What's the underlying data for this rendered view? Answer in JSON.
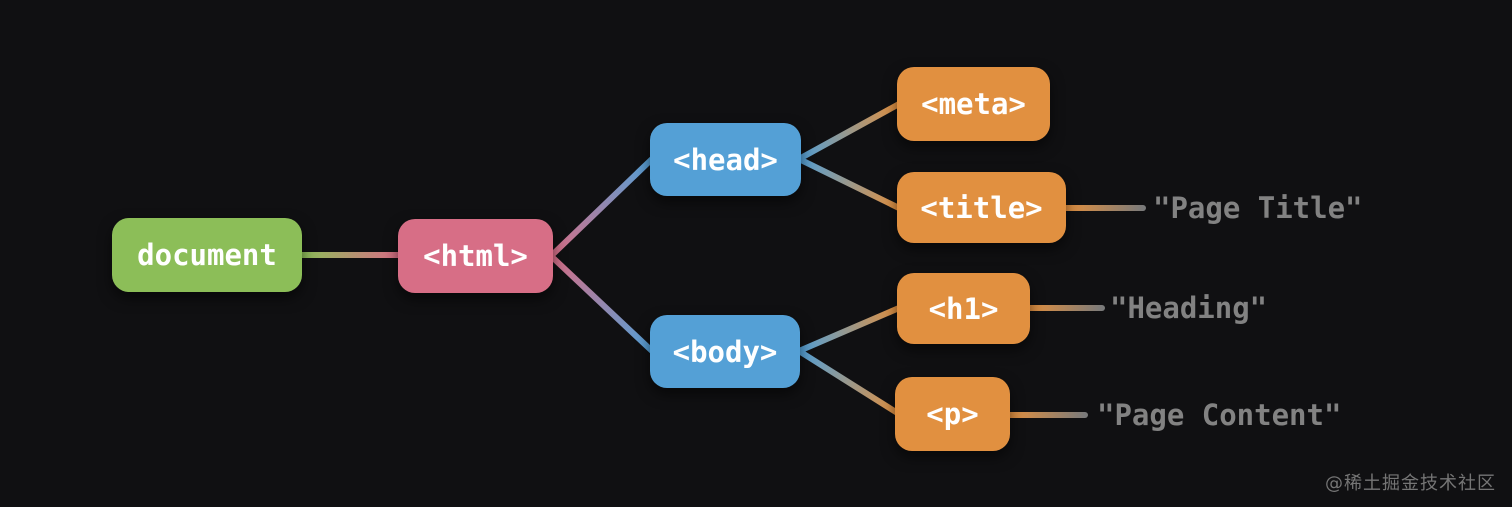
{
  "diagram": {
    "type": "tree",
    "palette": {
      "background": "#101012",
      "green": "#8cbe58",
      "pink": "#d76e86",
      "blue": "#54a0d6",
      "orange": "#e19040",
      "leaf_text_gray": "#828282",
      "node_text": "#ffffff"
    },
    "nodes": {
      "document": {
        "label": "document",
        "color": "#8cbe58"
      },
      "html": {
        "label": "<html>",
        "color": "#d76e86"
      },
      "head": {
        "label": "<head>",
        "color": "#54a0d6"
      },
      "body": {
        "label": "<body>",
        "color": "#54a0d6"
      },
      "meta": {
        "label": "<meta>",
        "color": "#e19040"
      },
      "title": {
        "label": "<title>",
        "color": "#e19040"
      },
      "h1": {
        "label": "<h1>",
        "color": "#e19040"
      },
      "p": {
        "label": "<p>",
        "color": "#e19040"
      }
    },
    "text_leaves": {
      "page_title": {
        "label": "\"Page Title\"",
        "parent": "title"
      },
      "heading": {
        "label": "\"Heading\"",
        "parent": "h1"
      },
      "page_content": {
        "label": "\"Page Content\"",
        "parent": "p"
      }
    },
    "edges": [
      {
        "from": "document",
        "to": "html"
      },
      {
        "from": "html",
        "to": "head"
      },
      {
        "from": "html",
        "to": "body"
      },
      {
        "from": "head",
        "to": "meta"
      },
      {
        "from": "head",
        "to": "title"
      },
      {
        "from": "body",
        "to": "h1"
      },
      {
        "from": "body",
        "to": "p"
      },
      {
        "from": "title",
        "to": "page_title"
      },
      {
        "from": "h1",
        "to": "heading"
      },
      {
        "from": "p",
        "to": "page_content"
      }
    ]
  },
  "watermark": {
    "label": "@稀土掘金技术社区",
    "color": "#757575"
  }
}
